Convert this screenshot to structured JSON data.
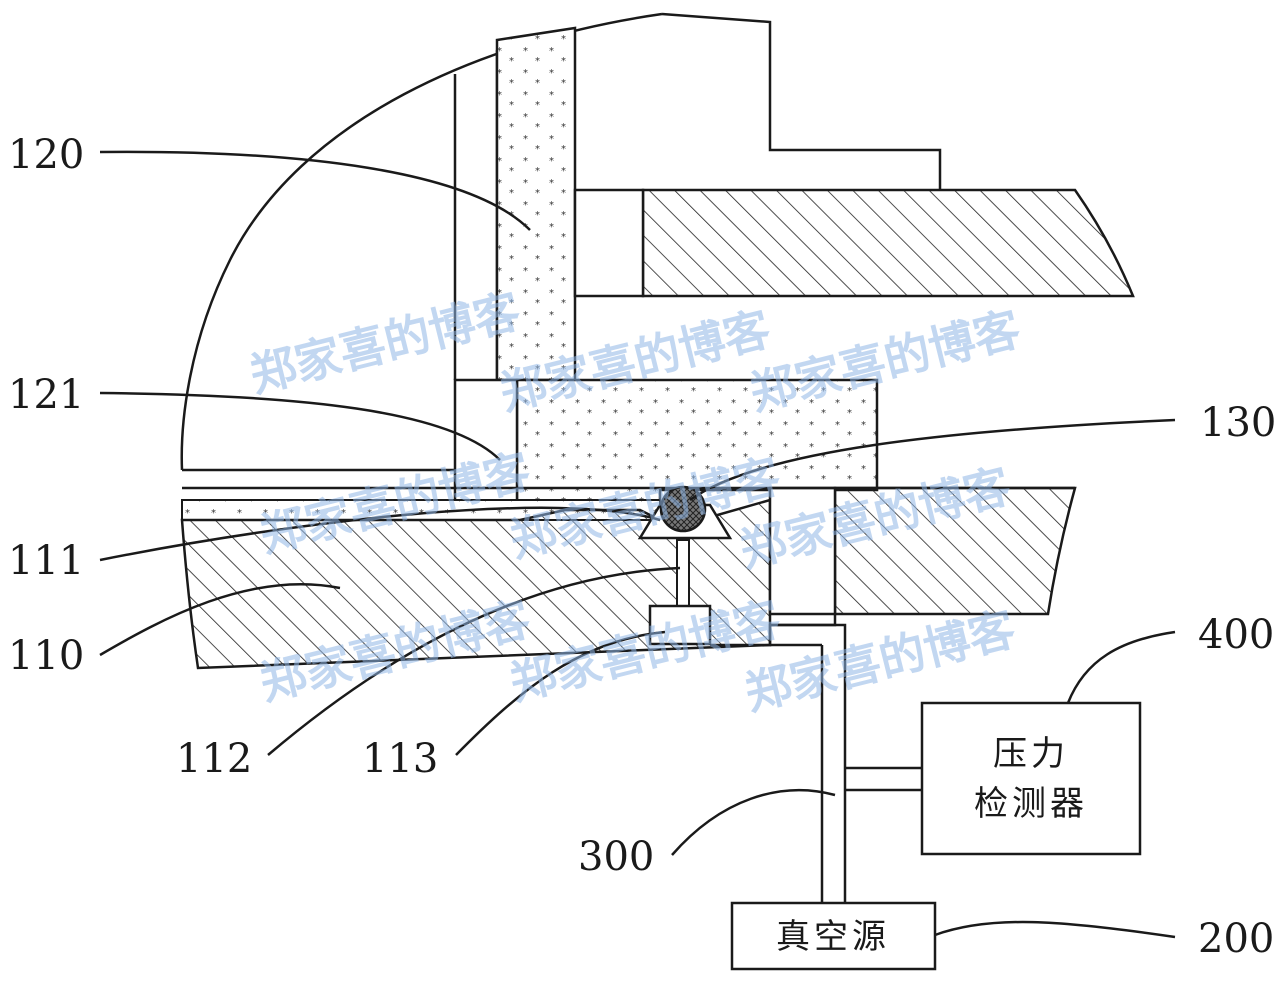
{
  "labels": {
    "120": "120",
    "121": "121",
    "111": "111",
    "110": "110",
    "112": "112",
    "113": "113",
    "130": "130",
    "400": "400",
    "300": "300",
    "200": "200"
  },
  "boxes": {
    "pressure_line1": "压力",
    "pressure_line2": "检测器",
    "vacuum": "真空源"
  },
  "watermark": "郑家喜的博客"
}
